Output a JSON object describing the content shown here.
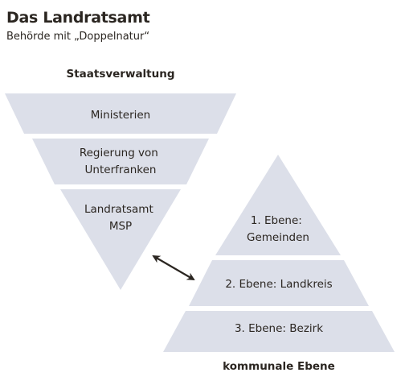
{
  "header": {
    "title": "Das Landratsamt",
    "subtitle": "Behörde mit „Doppelnatur“"
  },
  "left_pyramid": {
    "heading": "Staatsverwaltung",
    "levels": [
      {
        "lines": [
          "Ministerien"
        ]
      },
      {
        "lines": [
          "Regierung von",
          "Unterfranken"
        ]
      },
      {
        "lines": [
          "Landratsamt",
          "MSP"
        ]
      }
    ]
  },
  "right_pyramid": {
    "heading": "kommunale Ebene",
    "levels": [
      {
        "lines": [
          "1. Ebene:",
          "Gemeinden"
        ]
      },
      {
        "lines": [
          "2. Ebene: Landkreis"
        ]
      },
      {
        "lines": [
          "3. Ebene: Bezirk"
        ]
      }
    ]
  },
  "colors": {
    "fill": "#dcdfe9",
    "text": "#2b2621",
    "arrow": "#2b2621"
  }
}
